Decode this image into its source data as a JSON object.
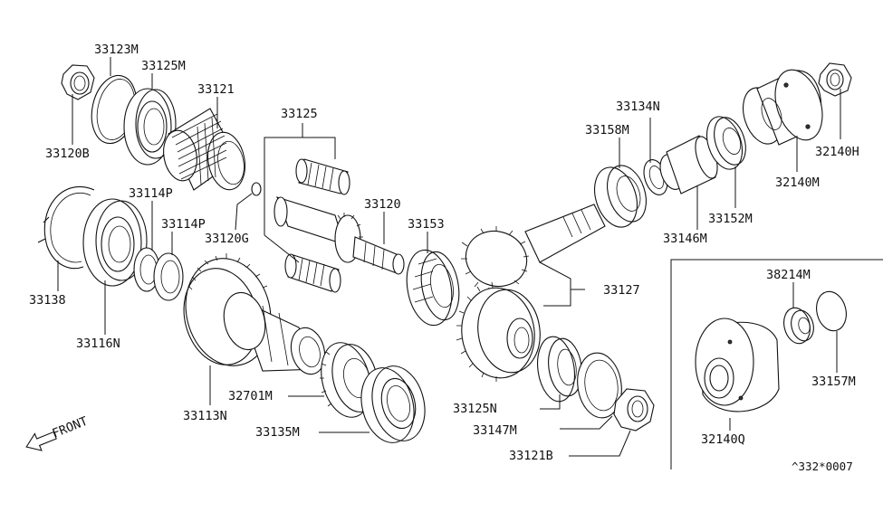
{
  "labels": {
    "p33123M": "33123M",
    "p33125M": "33125M",
    "p33121": "33121",
    "p33120B": "33120B",
    "p33114P_a": "33114P",
    "p33114P_b": "33114P",
    "p33120G": "33120G",
    "p33138": "33138",
    "p33116N": "33116N",
    "p33125": "33125",
    "p33120": "33120",
    "p33153": "33153",
    "p33113N": "33113N",
    "p32701M": "32701M",
    "p33135M": "33135M",
    "p33134N": "33134N",
    "p33158M": "33158M",
    "p33146M": "33146M",
    "p33152M": "33152M",
    "p32140H": "32140H",
    "p32140M": "32140M",
    "p33127": "33127",
    "p33125N": "33125N",
    "p33147M": "33147M",
    "p33121B": "33121B",
    "p38214M": "38214M",
    "p33157M": "33157M",
    "p32140Q": "32140Q"
  },
  "front_label": "FRONT",
  "diagram_code": "^332*0007",
  "icons": {
    "front_arrow": "front-arrow-icon"
  }
}
